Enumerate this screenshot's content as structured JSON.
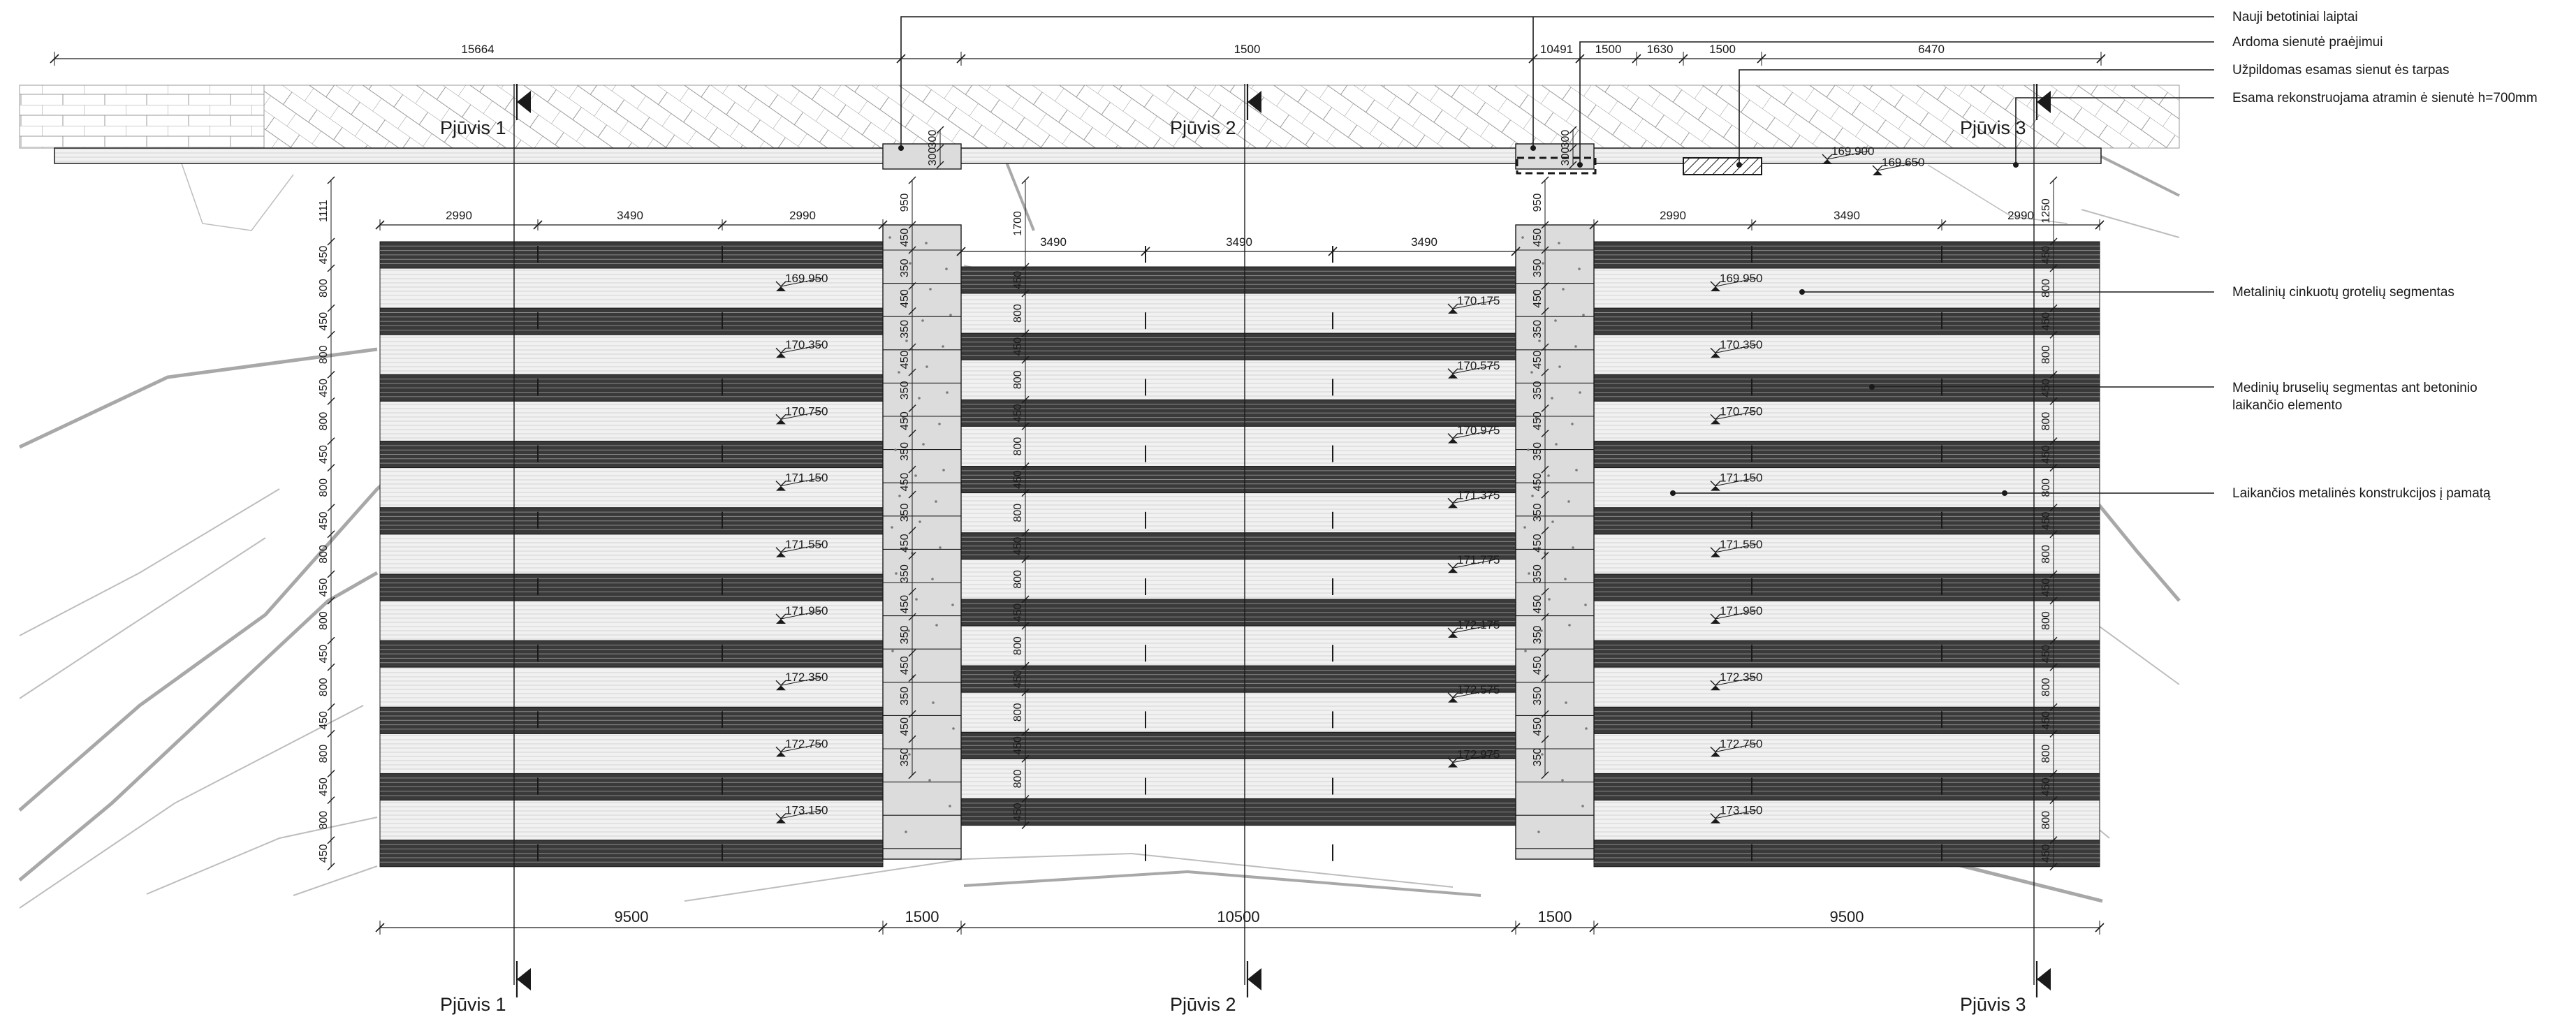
{
  "sections": {
    "s1": "Pjūvis 1",
    "s2": "Pjūvis 2",
    "s3": "Pjūvis 3"
  },
  "annotations": {
    "a1": "Nauji betotiniai laiptai",
    "a2": "Ardoma sienutė praėjimui",
    "a3": "Užpildomas esamas sienut ės tarpas",
    "a4": "Esama rekonstruojama atramin ė sienutė h=700mm",
    "a5": "Metalinių cinkuotų grotelių segmentas",
    "a6_line1": "Medinių bruselių segmentas ant betoninio",
    "a6_line2": "laikančio elemento",
    "a7": "Laikančios metalinės konstrukcijos į pamatą"
  },
  "top_dimensions": [
    "15664",
    "1500",
    "10491",
    "1500",
    "1630",
    "1500",
    "6470"
  ],
  "left_bay_dimensions": [
    "2990",
    "3490",
    "2990"
  ],
  "mid_bay_dimensions": [
    "3490",
    "3490",
    "3490"
  ],
  "right_bay_dimensions": [
    "2990",
    "3490",
    "2990"
  ],
  "bottom_dimensions": [
    "9500",
    "1500",
    "10500",
    "1500",
    "9500"
  ],
  "top_levels": [
    "169.900",
    "169.650"
  ],
  "vertical_dims": {
    "left_top": "1111",
    "mid_top": "1700",
    "right_top": "1250",
    "stair_top": "950",
    "stair_gap": "300",
    "wall": "300",
    "step_a": "450",
    "step_b": "350",
    "bay_a": "450",
    "bay_b": "800"
  },
  "levels_left": [
    "169.950",
    "170.350",
    "170.750",
    "171.150",
    "171.550",
    "171.950",
    "172.350",
    "172.750",
    "173.150"
  ],
  "levels_mid": [
    "170.175",
    "170.575",
    "170.975",
    "171.375",
    "171.775",
    "172.175",
    "172.575",
    "172.975"
  ],
  "levels_right": [
    "169.950",
    "170.350",
    "170.750",
    "171.150",
    "171.550",
    "171.950",
    "172.350",
    "172.750",
    "173.150"
  ],
  "colors": {
    "ink": "#1a1a1a",
    "wood_fill": "#e9e9e9",
    "grate_fill": "#3a3a3a",
    "hatch": "#9a9a9a",
    "contour": "#bdbdbd",
    "contour_heavy": "#a8a8a8"
  }
}
